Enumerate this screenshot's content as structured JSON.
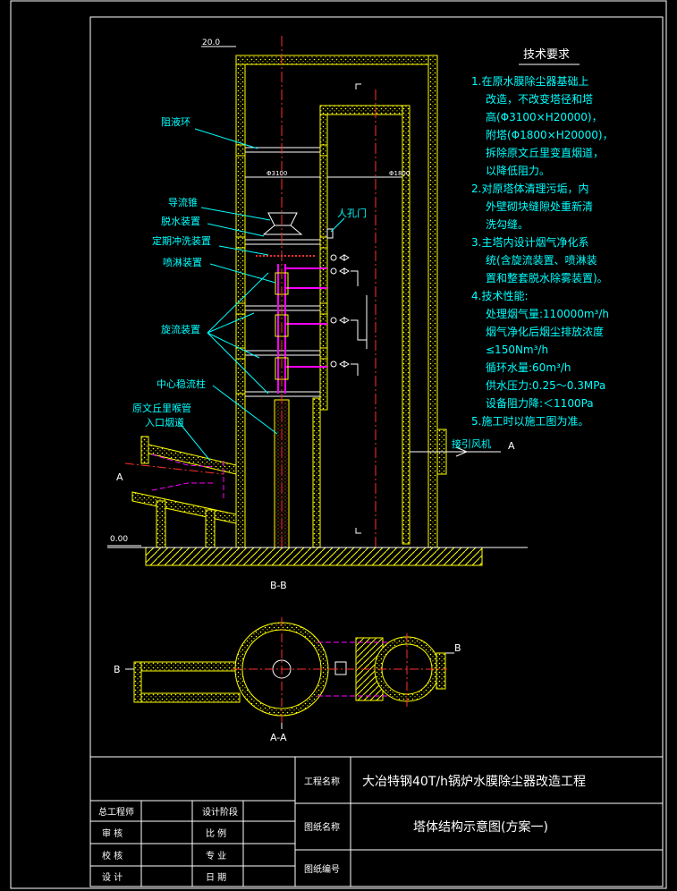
{
  "labels": {
    "level_top": "20.0",
    "level_ground": "0.00",
    "dia_main": "Φ3100",
    "dia_aux": "Φ1800",
    "zuyehuan": "阻液环",
    "daoliuzhui": "导流锥",
    "tuoshui": "脱水装置",
    "dingqi": "定期冲洗装置",
    "penlin": "喷淋装置",
    "xuanliu": "旋流装置",
    "zhongxin": "中心稳流柱",
    "yuanwen1": "原文丘里喉管",
    "yuanwen2": "入口烟道",
    "renkong": "人孔门",
    "jieyin": "接引风机",
    "sec_a": "A",
    "sec_b": "B",
    "sec_bb": "B-B",
    "sec_aa": "A-A"
  },
  "tech": {
    "title": "技术要求",
    "lines": [
      "1.在原水膜除尘器基础上",
      "改造，不改变塔径和塔",
      "高(Φ3100×H20000)，",
      "附塔(Φ1800×H20000)，",
      "拆除原文丘里变直烟道，",
      "以降低阻力。",
      "2.对原塔体清理污垢，内",
      "外壁砌块缝隙处重新清",
      "洗勾缝。",
      "3.主塔内设计烟气净化系",
      "统(含旋流装置、喷淋装",
      "置和整套脱水除雾装置)。",
      "4.技术性能:",
      "处理烟气量:110000m³/h",
      "烟气净化后烟尘排放浓度",
      "≤150Nm³/h",
      "循环水量:60m³/h",
      "供水压力:0.25～0.3MPa",
      "设备阻力降:＜1100Pa",
      "5.施工时以施工图为准。"
    ]
  },
  "titleblock": {
    "project_label": "工程名称",
    "project_value": "大冶特钢40T/h锅炉水膜除尘器改造工程",
    "drawing_label": "图纸名称",
    "drawing_value": "塔体结构示意图(方案一)",
    "number_label": "图纸编号",
    "rows": [
      {
        "left": "总工程师",
        "right": "设计阶段"
      },
      {
        "left": "审  核",
        "right": "比  例"
      },
      {
        "left": "校  核",
        "right": "专  业"
      },
      {
        "left": "设  计",
        "right": "日  期"
      }
    ]
  },
  "colors": {
    "frame": "#ffffff",
    "wall": "#ffff00",
    "label": "#00ffff",
    "centerline": "#ff0000",
    "pipe": "#ff00ff"
  }
}
